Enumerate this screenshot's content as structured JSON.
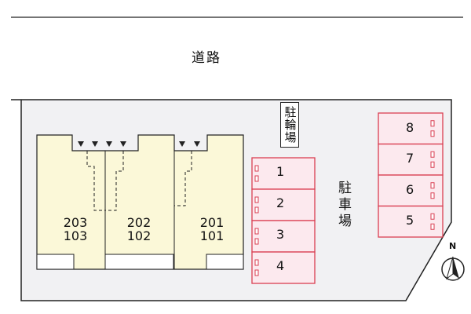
{
  "road_label": "道路",
  "bicycle_parking_label": "駐輪場",
  "car_parking_label": "駐車場",
  "north_label": "N",
  "units": [
    {
      "upper": "203",
      "lower": "103"
    },
    {
      "upper": "202",
      "lower": "102"
    },
    {
      "upper": "201",
      "lower": "101"
    }
  ],
  "parking_left": [
    "1",
    "2",
    "3",
    "4"
  ],
  "parking_right": [
    "8",
    "7",
    "6",
    "5"
  ],
  "colors": {
    "lot": "#f1f1f3",
    "building": "#fbf8d8",
    "parking_fill": "#fce9ee",
    "parking_border": "#d93f52",
    "line": "#222222"
  }
}
